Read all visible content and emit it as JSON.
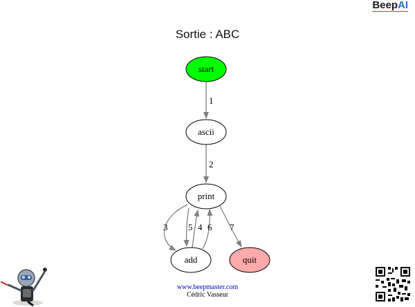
{
  "brand": {
    "part1": "Beep",
    "part2": "AI"
  },
  "title": "Sortie : ABC",
  "graph": {
    "nodes": [
      {
        "id": "start",
        "label": "start",
        "fill": "#00ff00"
      },
      {
        "id": "ascii",
        "label": "ascii",
        "fill": "#ffffff"
      },
      {
        "id": "print",
        "label": "print",
        "fill": "#ffffff"
      },
      {
        "id": "add",
        "label": "add",
        "fill": "#ffffff"
      },
      {
        "id": "quit",
        "label": "quit",
        "fill": "#ffaaaa"
      }
    ],
    "edges": [
      {
        "from": "start",
        "to": "ascii",
        "label": "1"
      },
      {
        "from": "ascii",
        "to": "print",
        "label": "2"
      },
      {
        "from": "print",
        "to": "add",
        "label": "3"
      },
      {
        "from": "add",
        "to": "print",
        "label": "4"
      },
      {
        "from": "print",
        "to": "add",
        "label": "5"
      },
      {
        "from": "add",
        "to": "print",
        "label": "6"
      },
      {
        "from": "print",
        "to": "quit",
        "label": "7"
      }
    ],
    "edge_color": "#808080"
  },
  "footer": {
    "url": "www.beepmaster.com",
    "author": "Cédric Vasseur"
  },
  "icons": {
    "mascot": "robot-mascot-icon",
    "qr": "qr-code-icon"
  }
}
